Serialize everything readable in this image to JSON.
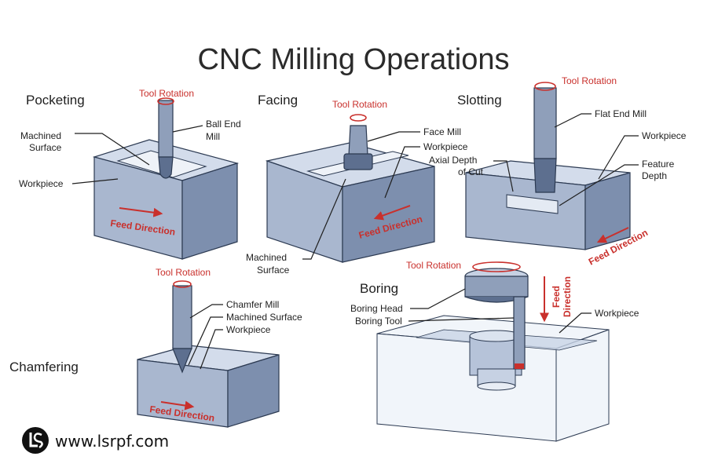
{
  "title": "CNC Milling Operations",
  "operations": {
    "pocketing": {
      "name": "Pocketing",
      "tool_rotation": "Tool Rotation",
      "tool": [
        "Ball End",
        "Mill"
      ],
      "machined_surface": [
        "Machined",
        "Surface"
      ],
      "workpiece": "Workpiece",
      "feed": "Feed Direction"
    },
    "facing": {
      "name": "Facing",
      "tool_rotation": "Tool Rotation",
      "tool": "Face Mill",
      "workpiece": "Workpiece",
      "machined_surface": [
        "Machined",
        "Surface"
      ],
      "feed": "Feed Direction"
    },
    "slotting": {
      "name": "Slotting",
      "tool_rotation": "Tool Rotation",
      "tool": "Flat End Mill",
      "workpiece": "Workpiece",
      "axial_depth": [
        "Axial Depth",
        "of Cut"
      ],
      "feature_depth": [
        "Feature",
        "Depth"
      ],
      "feed": "Feed Direction"
    },
    "chamfering": {
      "name": "Chamfering",
      "tool_rotation": "Tool Rotation",
      "tool": "Chamfer Mill",
      "machined_surface": "Machined Surface",
      "workpiece": "Workpiece",
      "feed": "Feed Direction"
    },
    "boring": {
      "name": "Boring",
      "tool_rotation": "Tool Rotation",
      "boring_head": "Boring Head",
      "boring_tool": "Boring Tool",
      "workpiece": "Workpiece",
      "feed": [
        "Feed",
        "Direction"
      ]
    }
  },
  "footer": {
    "website": "www.lsrpf.com",
    "logo_icon": "lsrpf-logo-icon"
  },
  "colors": {
    "feed_arrow": "#c9302c",
    "block_top": "#d3dceb",
    "block_front": "#a9b7cf",
    "block_side": "#7d8fae"
  }
}
